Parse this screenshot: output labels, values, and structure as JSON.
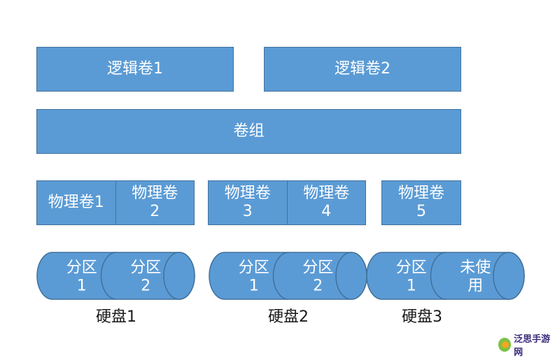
{
  "logical_volumes": [
    "逻辑卷1",
    "逻辑卷2"
  ],
  "volume_group": "卷组",
  "physical_volumes": [
    [
      "物理卷1",
      "物理卷\n2"
    ],
    [
      "物理卷\n3",
      "物理卷\n4"
    ],
    [
      "物理卷\n5"
    ]
  ],
  "disks": [
    {
      "label": "硬盘1",
      "partitions": [
        "分区\n1",
        "分区\n2"
      ]
    },
    {
      "label": "硬盘2",
      "partitions": [
        "分区\n1",
        "分区\n2"
      ]
    },
    {
      "label": "硬盘3",
      "partitions": [
        "分区\n1",
        "未使\n用"
      ]
    }
  ],
  "watermark": "泛思手游网",
  "colors": {
    "fill": "#5b9bd5",
    "stroke": "#41719c",
    "text": "#ffffff"
  }
}
